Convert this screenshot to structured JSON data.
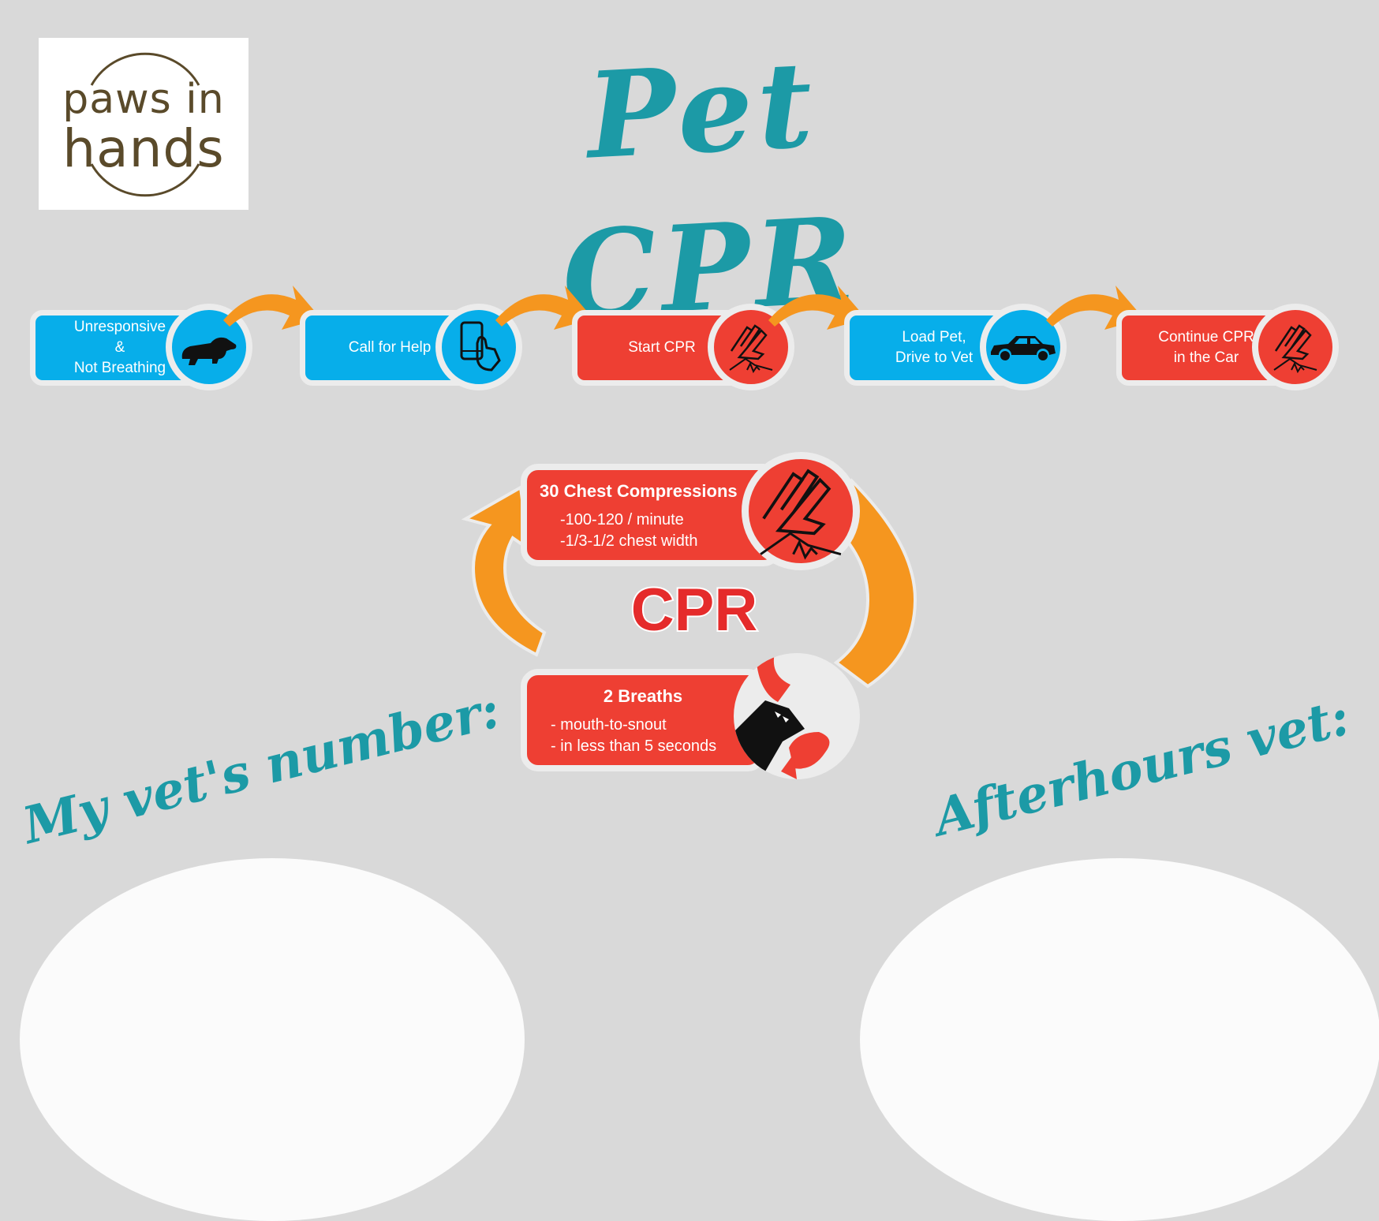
{
  "logo": {
    "line1": "paws in",
    "line2": "hands",
    "color": "#5a4a2a"
  },
  "title": "Pet CPR",
  "colors": {
    "blue": "#07aeea",
    "red": "#ee3f33",
    "orange": "#f5961f",
    "teal": "#1c9aa6",
    "background": "#d9d9d9"
  },
  "steps": [
    {
      "label": "Unresponsive\n&\nNot Breathing",
      "color": "blue",
      "icon": "lying-dog-icon"
    },
    {
      "label": "Call for Help",
      "color": "blue",
      "icon": "phone-icon"
    },
    {
      "label": "Start CPR",
      "color": "red",
      "icon": "compression-hands-icon"
    },
    {
      "label": "Load Pet,\nDrive to Vet",
      "color": "blue",
      "icon": "car-icon"
    },
    {
      "label": "Continue CPR\nin the Car",
      "color": "red",
      "icon": "compression-hands-icon"
    }
  ],
  "cycle": {
    "center_label": "CPR",
    "compressions": {
      "heading": "30 Chest Compressions",
      "line1": "-100-120 / minute",
      "line2": "-1/3-1/2 chest width",
      "icon": "compression-hands-icon"
    },
    "breaths": {
      "heading": "2 Breaths",
      "line1": "- mouth-to-snout",
      "line2": "- in less than 5 seconds",
      "icon": "mouth-to-snout-icon"
    }
  },
  "footer": {
    "vet_label": "My vet's number:",
    "afterhours_label": "Afterhours vet:"
  }
}
